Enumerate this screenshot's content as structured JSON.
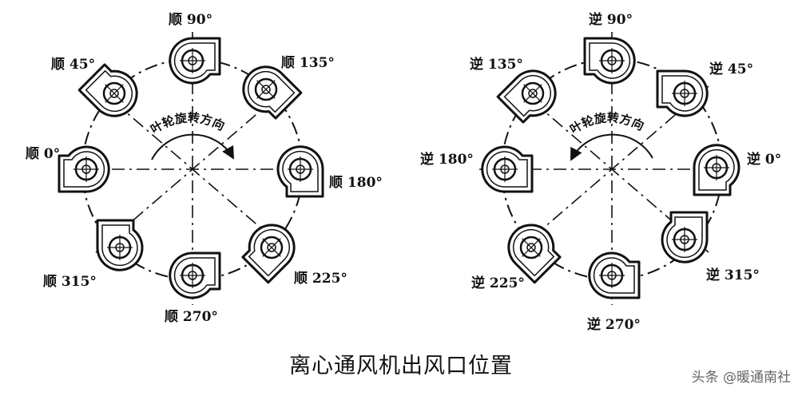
{
  "caption": "离心通风机出风口位置",
  "watermark": "头条 @暖通南社",
  "left_diagram": {
    "arc_text": "叶轮旋转方向",
    "labels": {
      "d0": "顺 0°",
      "d45": "顺 45°",
      "d90": "顺 90°",
      "d135": "顺 135°",
      "d180": "顺 180°",
      "d225": "顺 225°",
      "d270": "顺 270°",
      "d315": "顺 315°"
    }
  },
  "right_diagram": {
    "arc_text": "叶轮旋转方向",
    "labels": {
      "d0": "逆 0°",
      "d45": "逆 45°",
      "d90": "逆 90°",
      "d135": "逆 135°",
      "d180": "逆 180°",
      "d225": "逆 225°",
      "d270": "逆 270°",
      "d315": "逆 315°"
    }
  }
}
